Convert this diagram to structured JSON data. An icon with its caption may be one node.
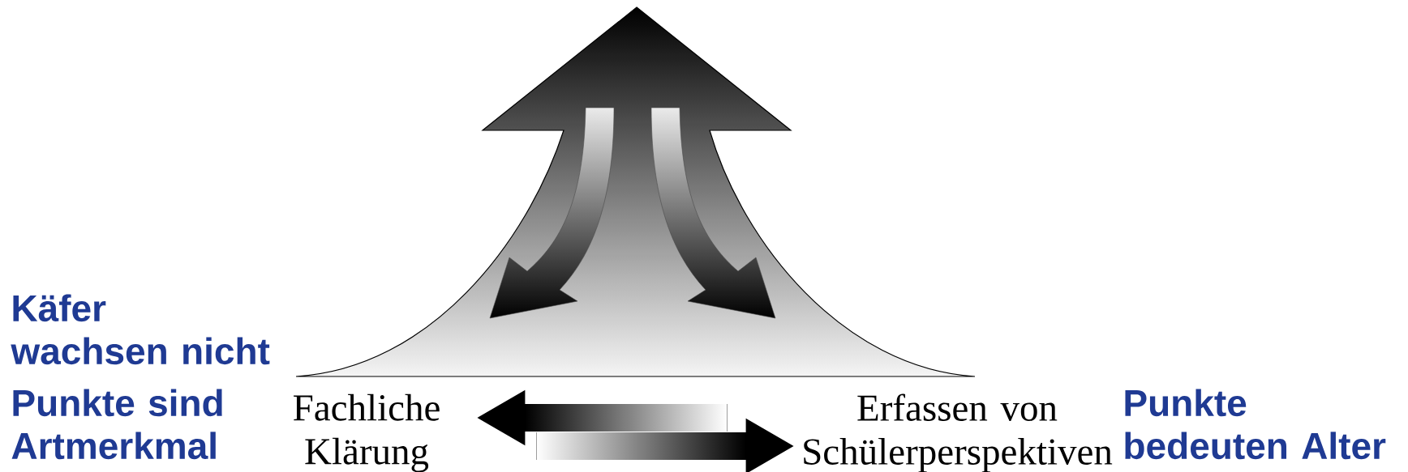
{
  "diagram": {
    "nodes": [
      {
        "text": [
          "Fachliche Klärung"
        ]
      },
      {
        "text": [
          "Erfassen von Schülerperspektiven"
        ]
      }
    ],
    "edges": [
      {
        "from": 1,
        "to": 0,
        "arrow": "to"
      },
      {
        "from": 0,
        "to": 1,
        "arrow": "to"
      }
    ],
    "labels": [
      "Käfer wachsen nicht",
      "Punkte sind Artmerkmal",
      "Punkte bedeuten Alter"
    ]
  }
}
